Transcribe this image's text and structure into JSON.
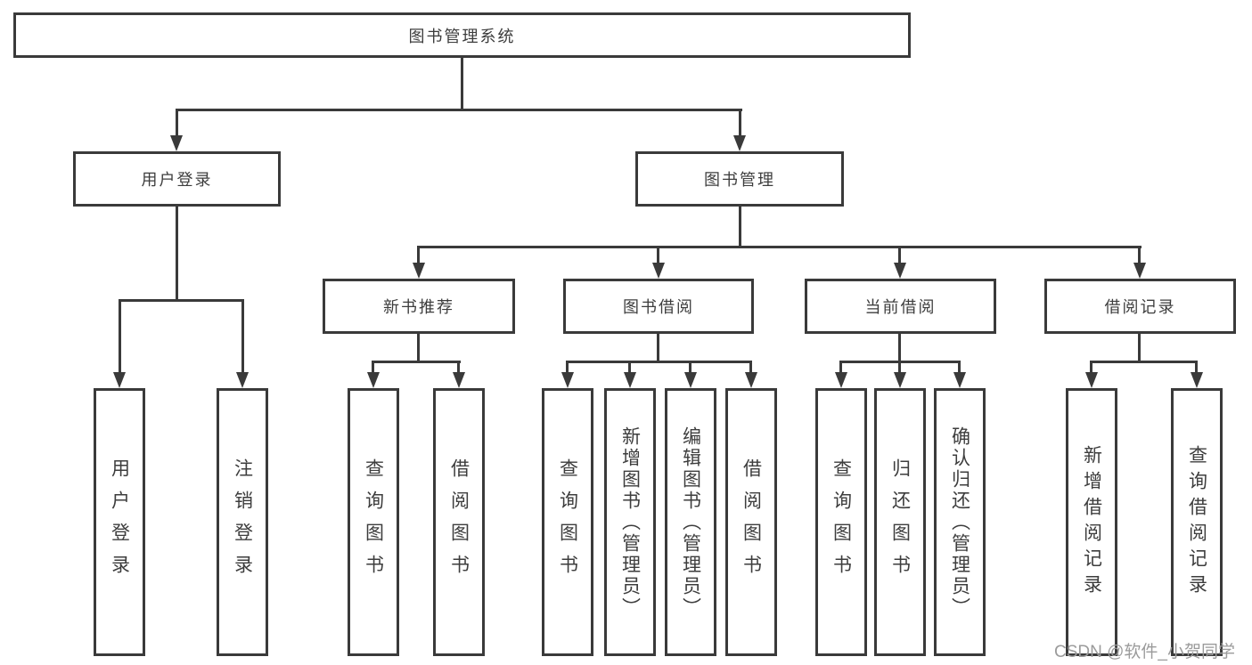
{
  "colors": {
    "line": "#3a3a3a",
    "text": "#3d3d3d",
    "bg": "#ffffff",
    "watermark": "#9b9b9b"
  },
  "tree": {
    "label": "图书管理系统",
    "children": [
      {
        "label": "用户登录",
        "children": [
          {
            "label": "用户登录"
          },
          {
            "label": "注销登录"
          }
        ]
      },
      {
        "label": "图书管理",
        "children": [
          {
            "label": "新书推荐",
            "children": [
              {
                "label": "查询图书"
              },
              {
                "label": "借阅图书"
              }
            ]
          },
          {
            "label": "图书借阅",
            "children": [
              {
                "label": "查询图书"
              },
              {
                "label": "新增图书（管理员）"
              },
              {
                "label": "编辑图书（管理员）"
              },
              {
                "label": "借阅图书"
              }
            ]
          },
          {
            "label": "当前借阅",
            "children": [
              {
                "label": "查询图书"
              },
              {
                "label": "归还图书"
              },
              {
                "label": "确认归还（管理员）"
              }
            ]
          },
          {
            "label": "借阅记录",
            "children": [
              {
                "label": "新增借阅记录"
              },
              {
                "label": "查询借阅记录"
              }
            ]
          }
        ]
      }
    ]
  },
  "watermark": {
    "text": "CSDN @软件_小贺同学"
  }
}
